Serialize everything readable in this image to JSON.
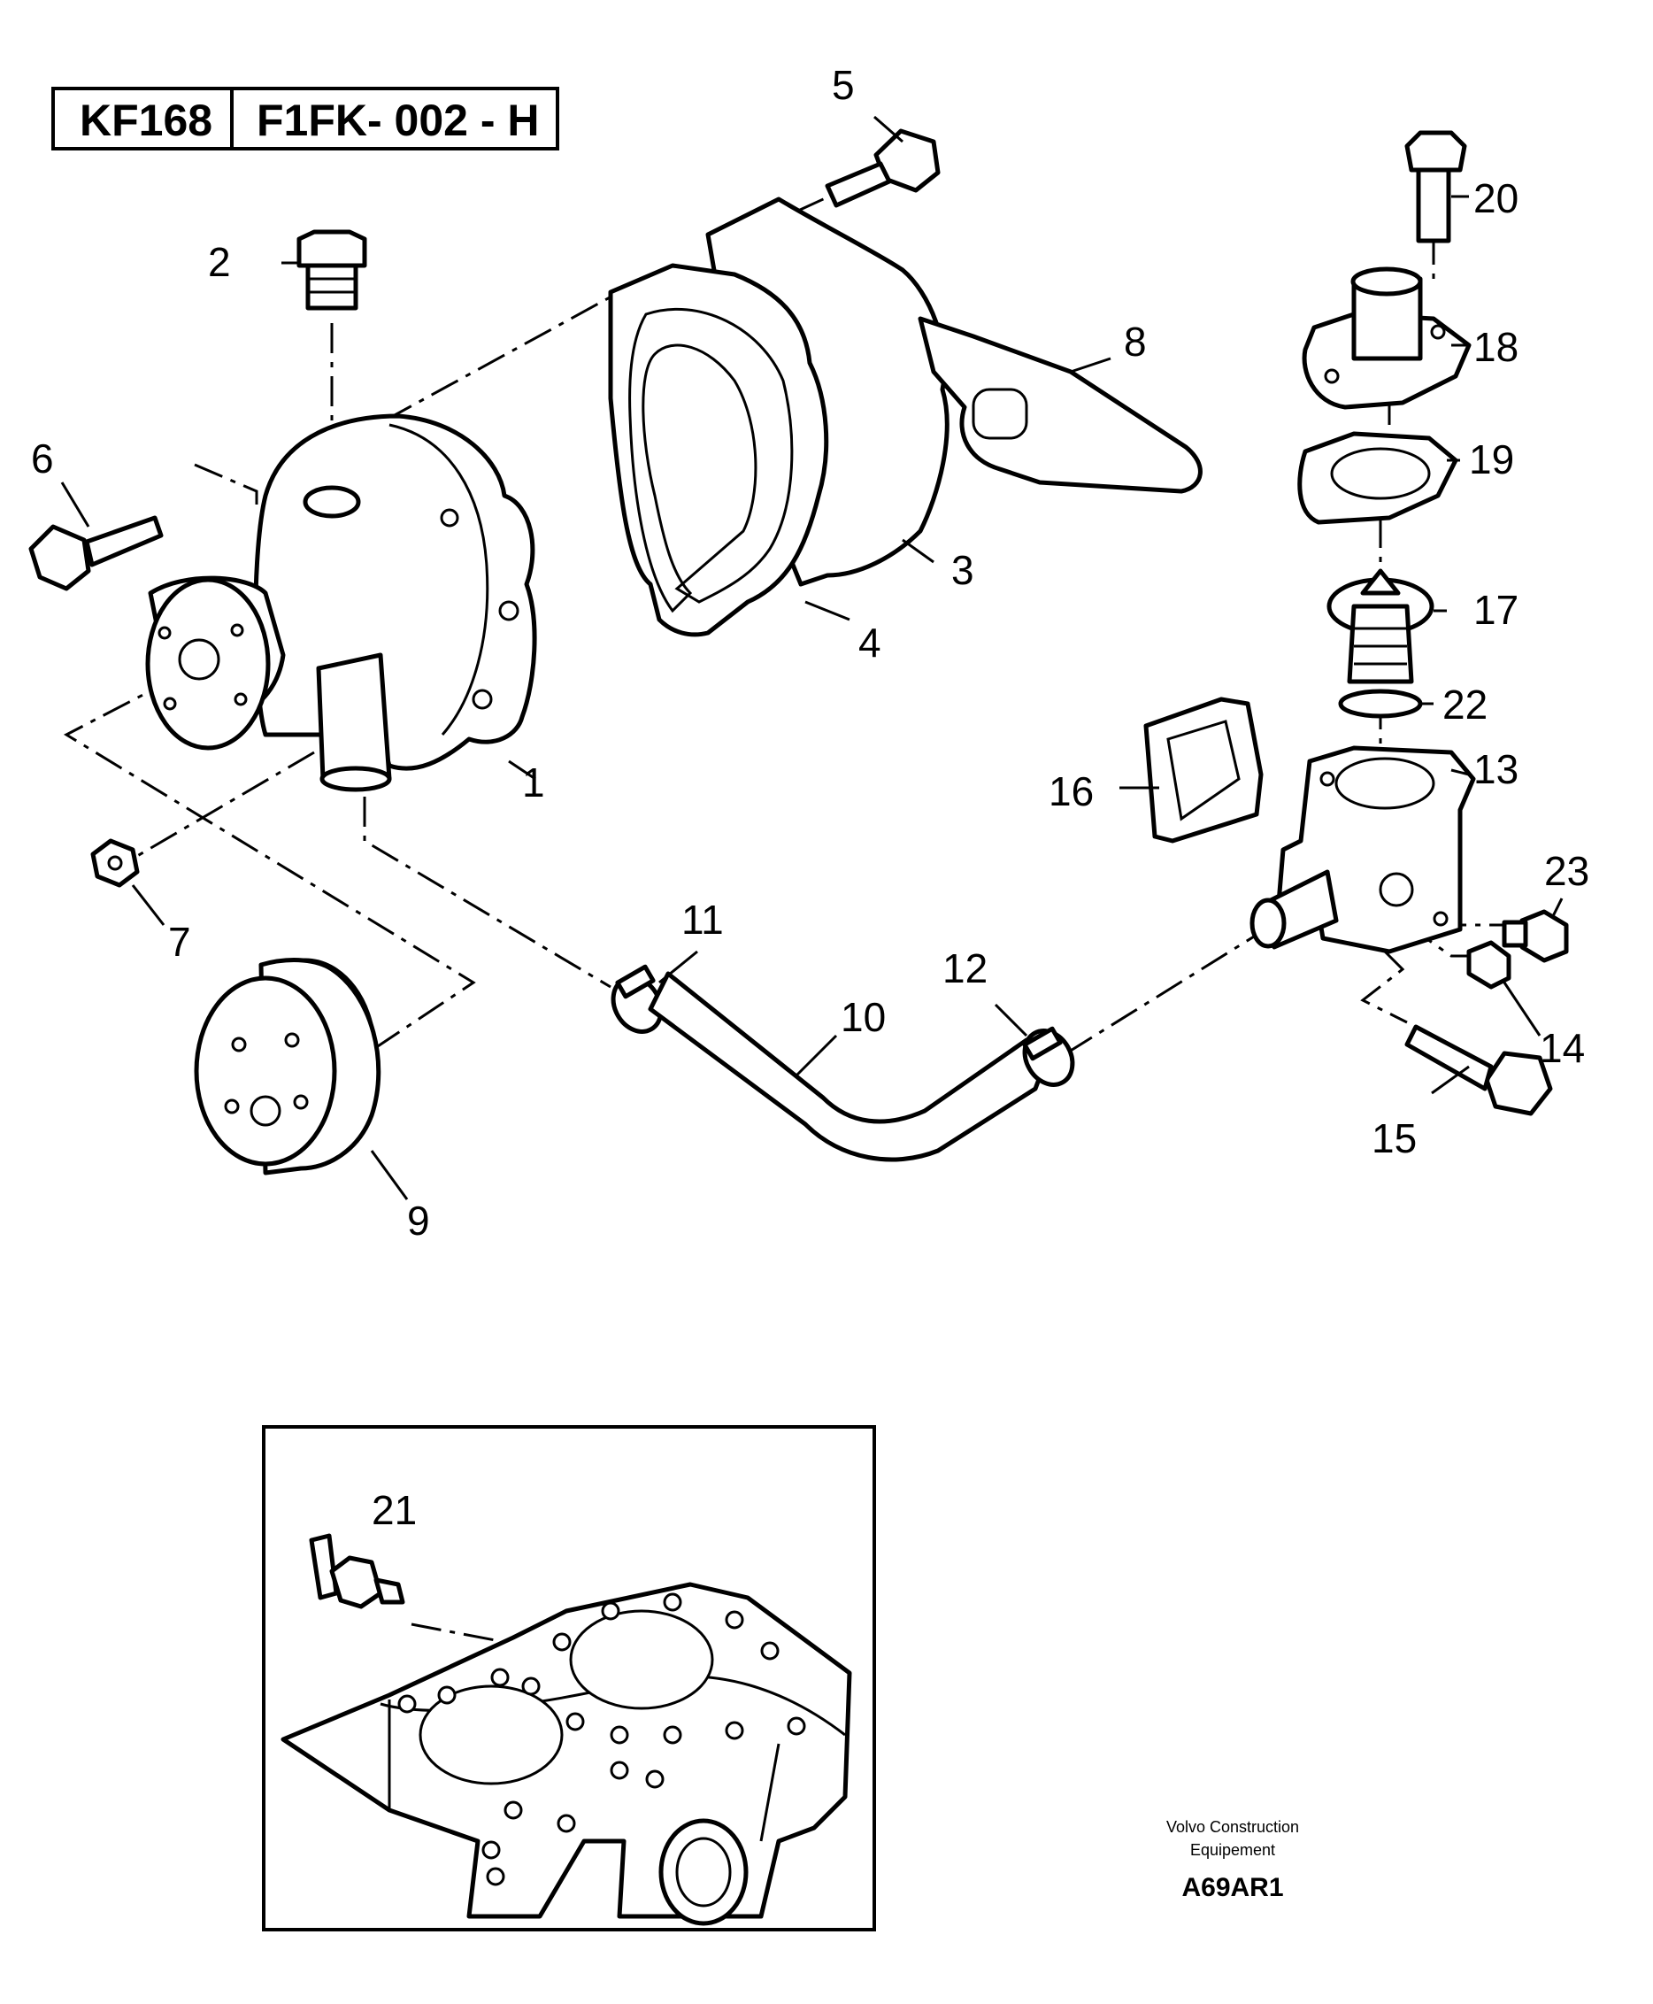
{
  "header": {
    "group_code": "KF168",
    "ref_code": "F1FK- 002 - H"
  },
  "callouts": [
    "1",
    "2",
    "3",
    "4",
    "5",
    "6",
    "7",
    "8",
    "9",
    "10",
    "11",
    "12",
    "13",
    "14",
    "15",
    "16",
    "17",
    "18",
    "19",
    "20",
    "21",
    "22",
    "23"
  ],
  "footer": {
    "brand_line1": "Volvo Construction",
    "brand_line2": "Equipement",
    "drawing_code": "A69AR1"
  }
}
